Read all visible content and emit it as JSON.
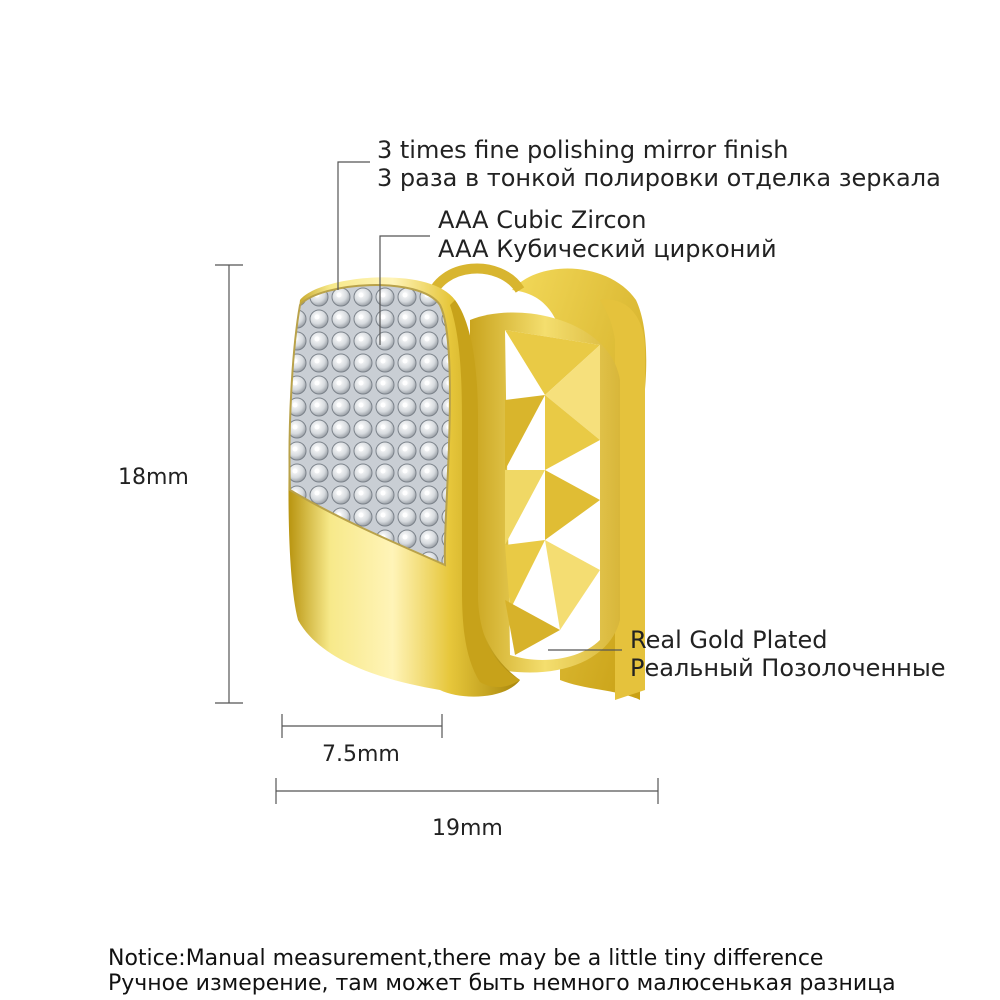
{
  "annotations": {
    "polish_en": "3 times fine polishing mirror finish",
    "polish_ru": "3 раза в тонкой полировки отделка зеркала",
    "zircon_en": "AAA Cubic Zircon",
    "zircon_ru": "AAA Кубический цирконий",
    "gold_en": "Real Gold Plated",
    "gold_ru": "Реальный Позолоченные"
  },
  "dimensions": {
    "height": "18mm",
    "width_band": "7.5mm",
    "width_total": "19mm"
  },
  "notice": {
    "en": "Notice:Manual measurement,there may be a little tiny difference",
    "ru": "Ручное измерение, там может быть немного малюсенькая разница"
  },
  "colors": {
    "gold_light": "#fbeea0",
    "gold_mid": "#e3c02f",
    "gold_dark": "#9a7a0a",
    "silver": "#d9dde2",
    "line": "#555555"
  }
}
